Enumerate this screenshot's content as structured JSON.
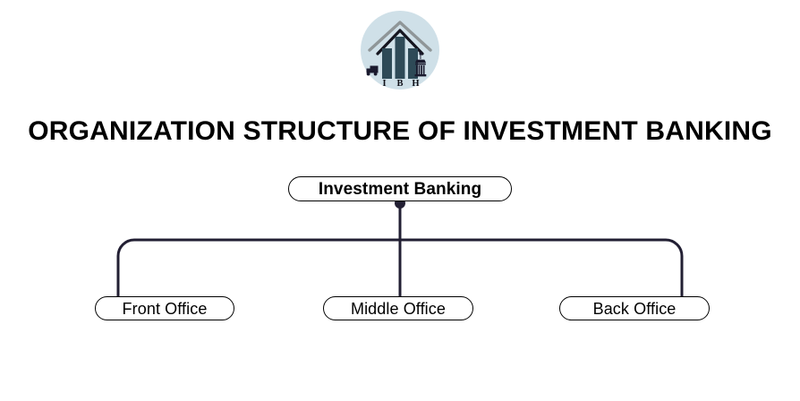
{
  "page": {
    "background_color": "#ffffff"
  },
  "logo": {
    "name": "ibh-logo",
    "circle_color": "#cfe0e8",
    "building_color": "#2e4a57",
    "roof_color": "#8a8f92",
    "dark_color": "#1a1a2e",
    "letters": [
      "I",
      "B",
      "H"
    ],
    "letters_text": "I B H"
  },
  "title": {
    "text": "ORGANIZATION STRUCTURE OF INVESTMENT BANKING",
    "color": "#000000"
  },
  "chart_data": {
    "type": "diagram",
    "diagram_type": "organization-chart",
    "title": "ORGANIZATION STRUCTURE OF INVESTMENT BANKING",
    "line_color": "#221f33",
    "node_border_color": "#000000",
    "node_fill_color": "#ffffff",
    "root": {
      "id": "investment-banking",
      "label": "Investment Banking"
    },
    "children": [
      {
        "id": "front-office",
        "label": "Front Office"
      },
      {
        "id": "middle-office",
        "label": "Middle Office"
      },
      {
        "id": "back-office",
        "label": "Back Office"
      }
    ],
    "edges": [
      {
        "from": "investment-banking",
        "to": "front-office",
        "arrow": "down"
      },
      {
        "from": "investment-banking",
        "to": "middle-office",
        "arrow": "down"
      },
      {
        "from": "investment-banking",
        "to": "back-office",
        "arrow": "down"
      }
    ]
  }
}
